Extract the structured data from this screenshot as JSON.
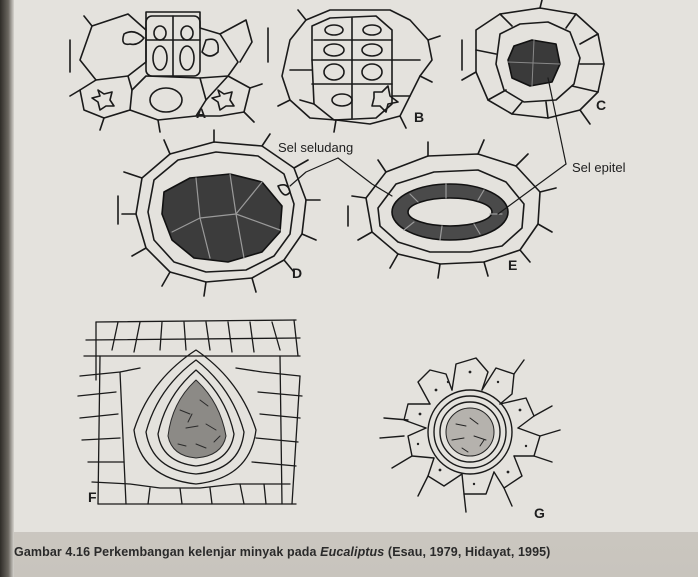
{
  "figure": {
    "panel_labels": [
      "A",
      "B",
      "C",
      "D",
      "E",
      "F",
      "G"
    ],
    "annotations": {
      "sheath_cell": "Sel seludang",
      "epithelial_cell": "Sel epitel"
    },
    "caption": {
      "prefix": "Gambar 4.16  Perkembangan kelenjar minyak pada ",
      "genus": "Eucaliptus",
      "suffix": " (Esau, 1979, Hidayat, 1995)"
    }
  }
}
